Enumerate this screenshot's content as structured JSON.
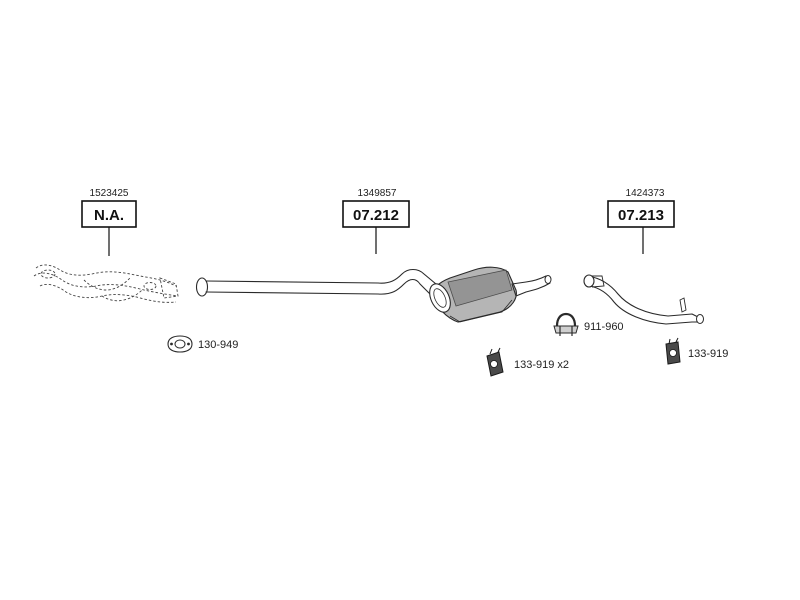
{
  "parts": [
    {
      "oem_number": "1523425",
      "part_number": "N.A."
    },
    {
      "oem_number": "1349857",
      "part_number": "07.212"
    },
    {
      "oem_number": "1424373",
      "part_number": "07.213"
    }
  ],
  "accessories": [
    {
      "label": "130-949",
      "icon": "gasket-icon"
    },
    {
      "label": "133-919 x2",
      "icon": "rubber-mount-icon"
    },
    {
      "label": "911-960",
      "icon": "pipe-clamp-icon"
    },
    {
      "label": "133-919",
      "icon": "rubber-mount-icon"
    }
  ],
  "colors": {
    "line": "#2a2a2a",
    "fill_gray": "#9a9a9a"
  }
}
